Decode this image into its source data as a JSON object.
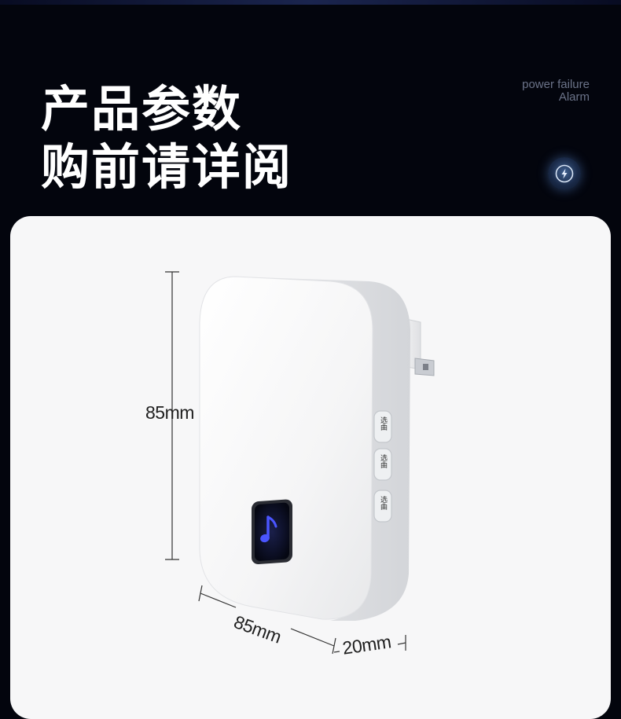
{
  "title": {
    "line1": "产品参数",
    "line2": "购前请详阅"
  },
  "feature": {
    "line1": "power failure",
    "line2": "Alarm",
    "icon": "lightning-bolt-icon"
  },
  "product": {
    "dimensions": {
      "height": "85mm",
      "width": "85mm",
      "depth": "20mm"
    },
    "buttons": [
      {
        "label": "选曲"
      },
      {
        "label": "选曲"
      },
      {
        "label": "选曲"
      }
    ],
    "indicator_icon": "music-note-icon",
    "indicator_color": "#3b46ff"
  },
  "colors": {
    "background": "#03050d",
    "card": "#f7f7f8",
    "title": "#ffffff"
  }
}
